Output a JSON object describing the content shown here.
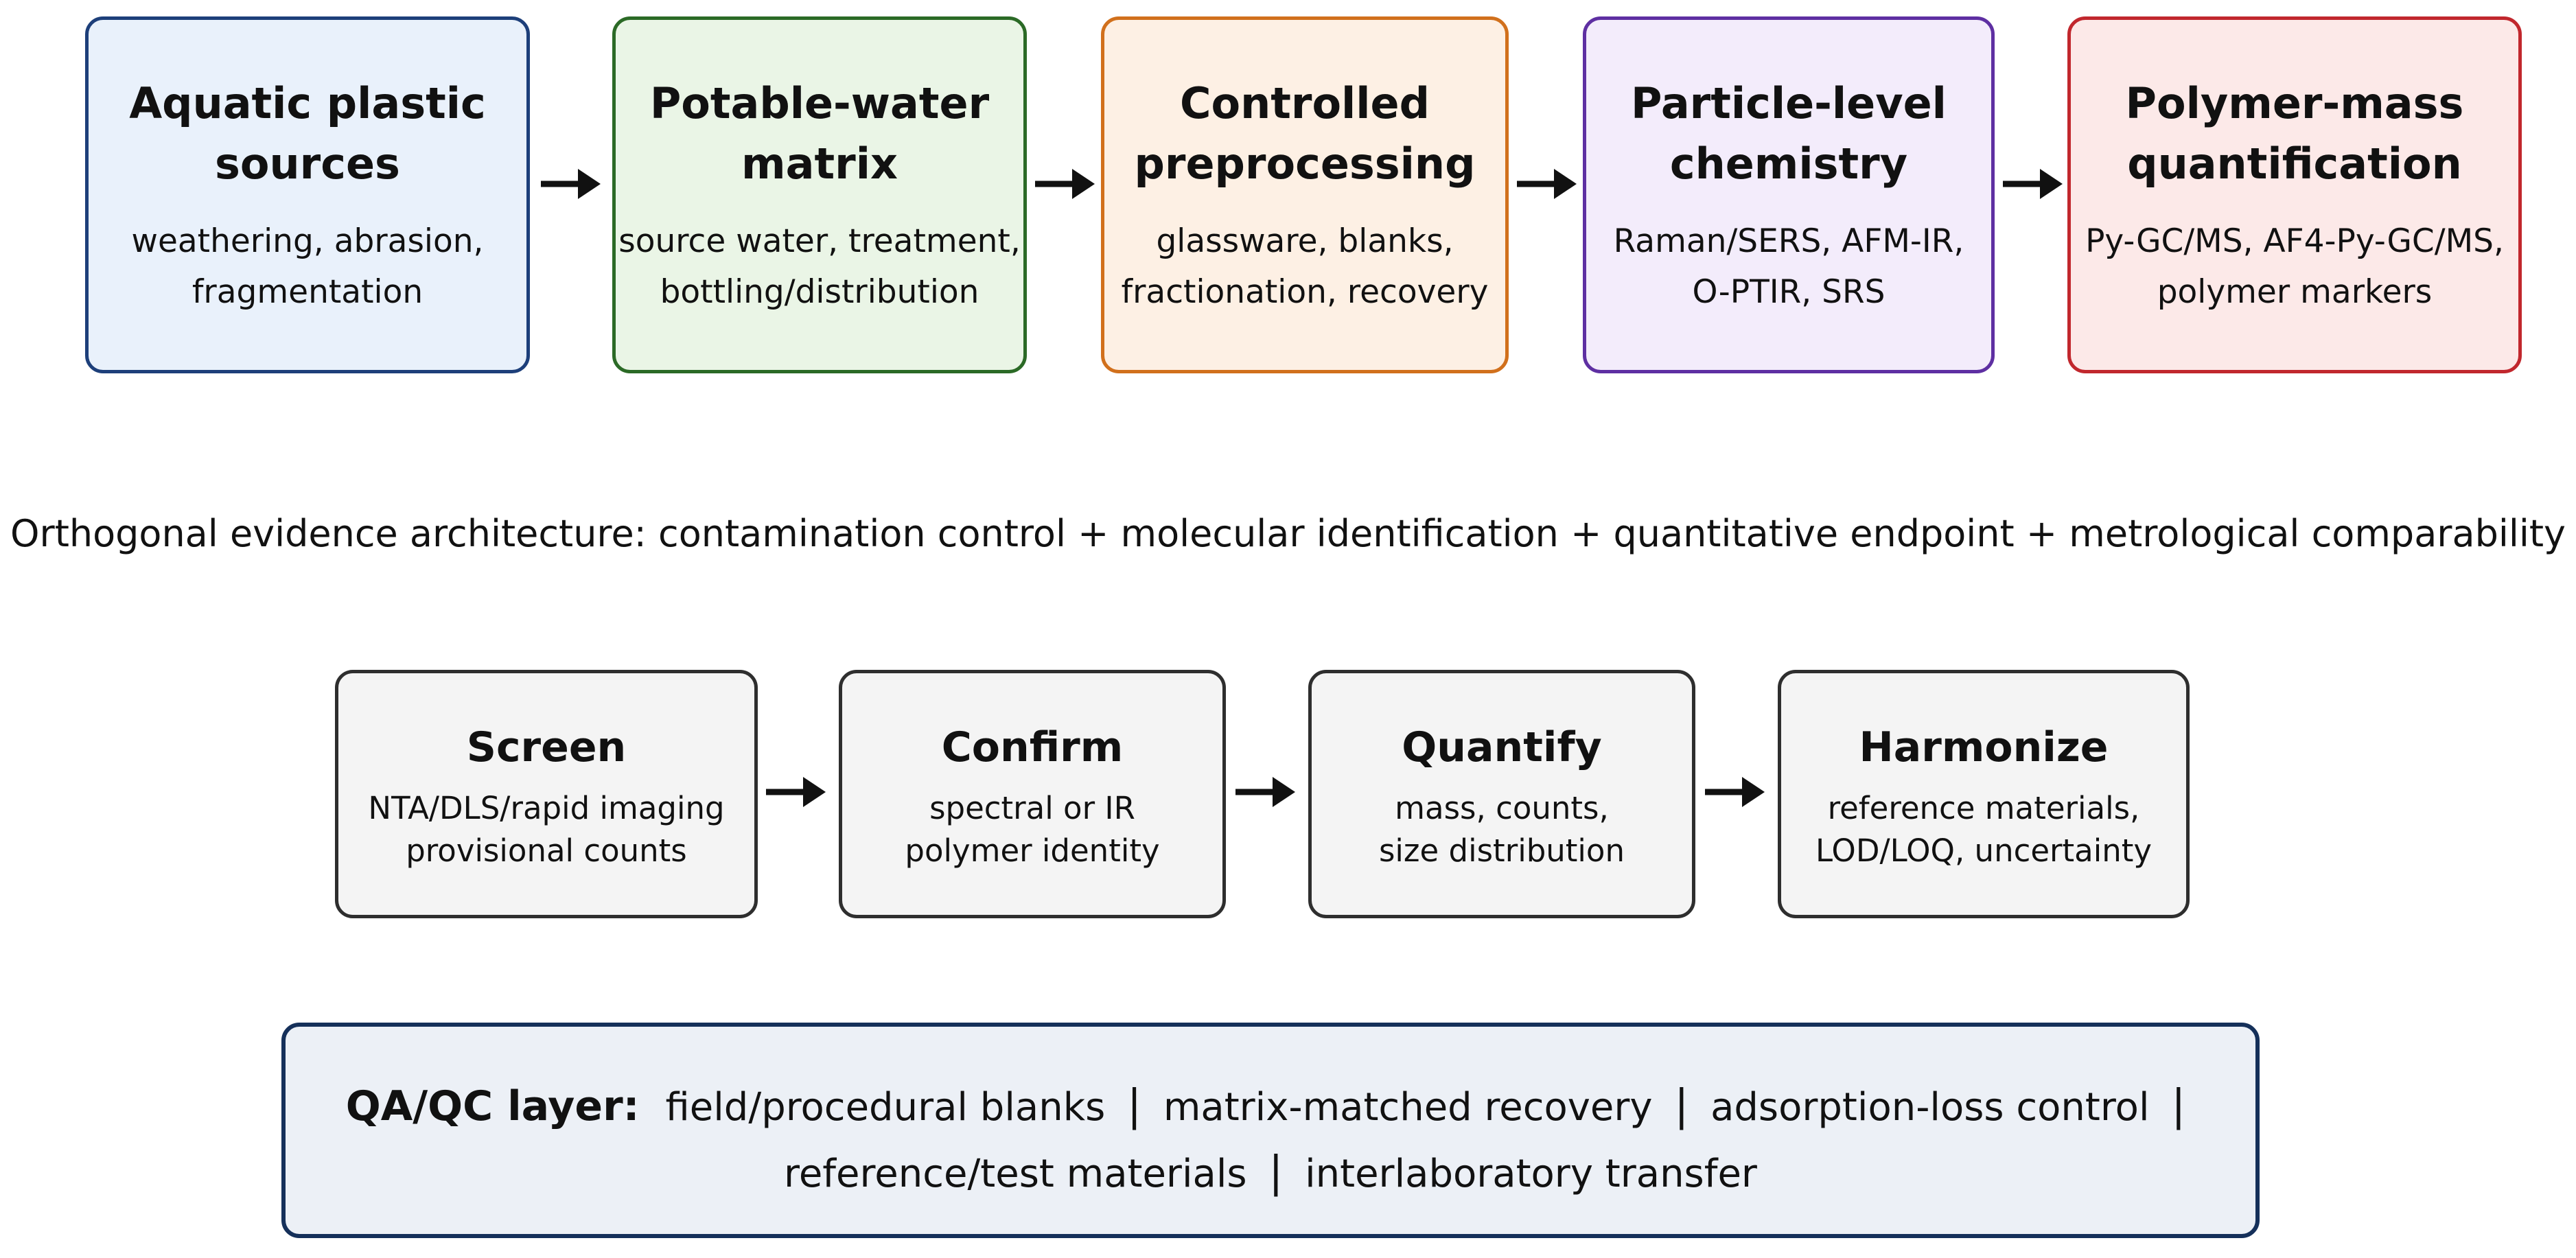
{
  "pipeline": [
    {
      "title": "Aquatic plastic\nsources",
      "desc": "weathering, abrasion,\nfragmentation",
      "border": "#1d3f7a",
      "fill": "#e9f1fb"
    },
    {
      "title": "Potable-water\nmatrix",
      "desc": "source water, treatment,\nbottling/distribution",
      "border": "#2b6a26",
      "fill": "#eaf5e6"
    },
    {
      "title": "Controlled\npreprocessing",
      "desc": "glassware, blanks,\nfractionation, recovery",
      "border": "#d1701c",
      "fill": "#fdf0e4"
    },
    {
      "title": "Particle-level\nchemistry",
      "desc": "Raman/SERS, AFM-IR,\nO-PTIR, SRS",
      "border": "#5e2fa2",
      "fill": "#f3ecfb"
    },
    {
      "title": "Polymer-mass\nquantification",
      "desc": "Py-GC/MS, AF4-Py-GC/MS,\npolymer markers",
      "border": "#c1272d",
      "fill": "#fce9e8"
    }
  ],
  "caption": "Orthogonal evidence architecture: contamination control + molecular identification + quantitative endpoint + metrological comparability",
  "steps": [
    {
      "title": "Screen",
      "desc": "NTA/DLS/rapid imaging\nprovisional counts"
    },
    {
      "title": "Confirm",
      "desc": "spectral or IR\npolymer identity"
    },
    {
      "title": "Quantify",
      "desc": "mass, counts,\nsize distribution"
    },
    {
      "title": "Harmonize",
      "desc": "reference materials,\nLOD/LOQ, uncertainty"
    }
  ],
  "qaqc": {
    "label": "QA/QC layer:",
    "items": [
      "field/procedural blanks",
      "matrix-matched recovery",
      "adsorption-loss control",
      "reference/test materials",
      "interlaboratory transfer"
    ],
    "separator": "|"
  }
}
